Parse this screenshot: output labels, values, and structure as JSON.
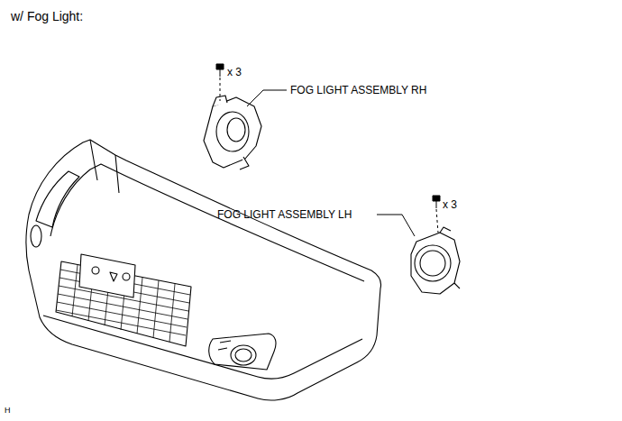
{
  "diagram": {
    "title": "w/ Fog Light:",
    "labels": [
      "x 3",
      "FOG LIGHT ASSEMBLY RH",
      "x 3",
      "FOG LIGHT ASSEMBLY LH",
      "H"
    ]
  }
}
